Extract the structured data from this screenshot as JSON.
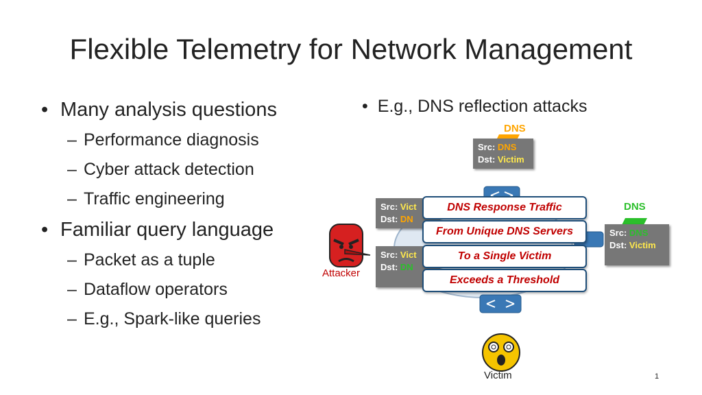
{
  "title": "Flexible Telemetry for Network Management",
  "left_bullets": [
    {
      "text": "Many analysis questions",
      "subs": [
        "Performance diagnosis",
        "Cyber attack detection",
        "Traffic engineering"
      ]
    },
    {
      "text": "Familiar query language",
      "subs": [
        "Packet as a tuple",
        "Dataflow operators",
        "E.g., Spark-like queries"
      ]
    }
  ],
  "right_bullet": "E.g., DNS reflection attacks",
  "diagram": {
    "dns_top_label": "DNS",
    "dns_right_label": "DNS",
    "attacker_label": "Attacker",
    "victim_label": "Victim",
    "src_label": "Src:",
    "dst_label": "Dst:",
    "note_top": {
      "src": "DNS",
      "dst": "Victim"
    },
    "note_left1": {
      "src": "Vict",
      "dst": "DN"
    },
    "note_left2": {
      "src": "Vict",
      "dst": "DN"
    },
    "note_right": {
      "src": "DNS",
      "dst": "Victim"
    },
    "query_boxes": [
      "DNS Response Traffic",
      "From Unique DNS Servers",
      "To a Single Victim",
      "Exceeds a Threshold"
    ]
  },
  "colors": {
    "dns_orange": "#ffa500",
    "victim_yellow": "#ffe94d",
    "dns_green": "#2bbf2b",
    "attacker_red": "#c00000",
    "query_red": "#c00000"
  },
  "page_number": "1"
}
